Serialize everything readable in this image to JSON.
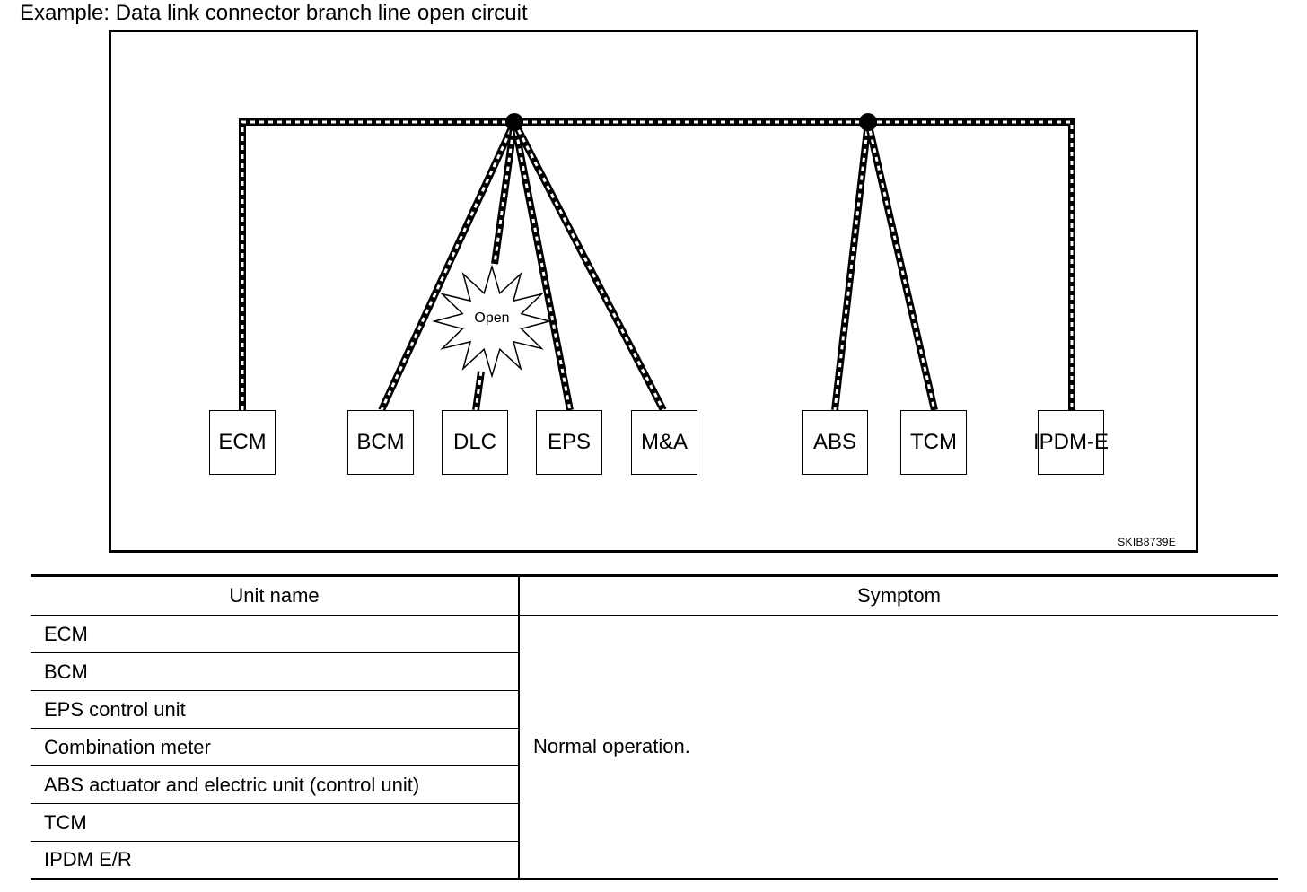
{
  "heading": "Example: Data link connector branch line open circuit",
  "diagram": {
    "units": [
      "ECM",
      "BCM",
      "DLC",
      "EPS",
      "M&A",
      "ABS",
      "TCM",
      "IPDM-E"
    ],
    "fault_label": "Open",
    "reference_code": "SKIB8739E"
  },
  "table": {
    "headers": {
      "unit": "Unit name",
      "symptom": "Symptom"
    },
    "rows": [
      "ECM",
      "BCM",
      "EPS control unit",
      "Combination meter",
      "ABS actuator and electric unit (control unit)",
      "TCM",
      "IPDM E/R"
    ],
    "symptom": "Normal operation."
  }
}
